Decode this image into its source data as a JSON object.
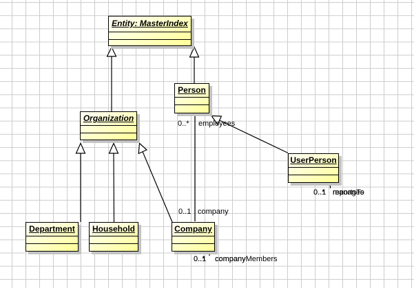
{
  "diagram": {
    "classes": [
      {
        "name": "Entity: MasterIndex",
        "abstract": true
      },
      {
        "name": "Person",
        "abstract": false
      },
      {
        "name": "Organization",
        "abstract": true
      },
      {
        "name": "UserPerson",
        "abstract": false
      },
      {
        "name": "Department",
        "abstract": false
      },
      {
        "name": "Household",
        "abstract": false
      },
      {
        "name": "Company",
        "abstract": false
      }
    ],
    "labels": {
      "employees": {
        "multiplicity": "0..*",
        "role": "employees"
      },
      "company": {
        "multiplicity": "0..1",
        "role": "company"
      },
      "userperson_overlap": [
        {
          "multiplicity": "0..1",
          "role": "manages"
        },
        {
          "multiplicity": "0..*",
          "role": "reportsTo"
        }
      ],
      "company_overlap": [
        {
          "multiplicity": "0..1",
          "role": "company"
        },
        {
          "multiplicity": "0..*",
          "role": "companyMembers"
        }
      ]
    },
    "relationships": [
      {
        "type": "generalization",
        "from": "Organization",
        "to": "Entity: MasterIndex"
      },
      {
        "type": "generalization",
        "from": "Person",
        "to": "Entity: MasterIndex"
      },
      {
        "type": "generalization",
        "from": "Department",
        "to": "Organization"
      },
      {
        "type": "generalization",
        "from": "Household",
        "to": "Organization"
      },
      {
        "type": "generalization",
        "from": "Company",
        "to": "Organization"
      },
      {
        "type": "generalization",
        "from": "UserPerson",
        "to": "Person"
      },
      {
        "type": "association",
        "from": "Person",
        "to": "Company"
      }
    ],
    "colors": {
      "class_fill_light": "#fffdf0",
      "class_fill": "#ffff99",
      "class_border": "#000000",
      "shadow": "#c3c3c3",
      "grid_line": "#cccccc",
      "connector": "#000000"
    }
  }
}
